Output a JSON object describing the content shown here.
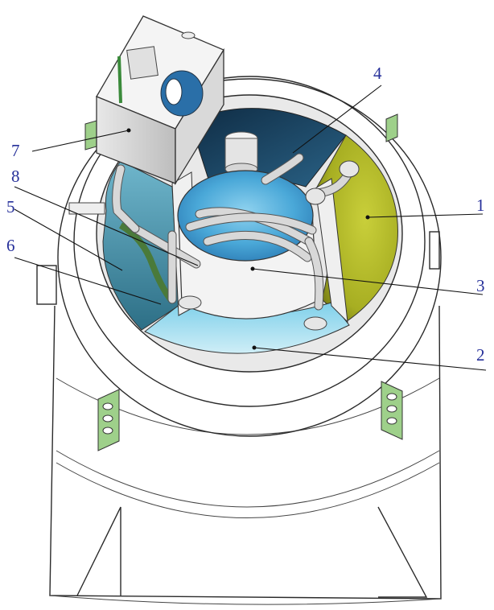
{
  "diagram": {
    "callouts": [
      {
        "id": "1",
        "text": "1"
      },
      {
        "id": "2",
        "text": "2"
      },
      {
        "id": "3",
        "text": "3"
      },
      {
        "id": "4",
        "text": "4"
      },
      {
        "id": "5",
        "text": "5"
      },
      {
        "id": "6",
        "text": "6"
      },
      {
        "id": "7",
        "text": "7"
      },
      {
        "id": "8",
        "text": "8"
      }
    ],
    "colors": {
      "label_ink": "#26309a",
      "compartment_yellow": "#b4bc2a",
      "water_blue": "#5cb8dc",
      "dark_chamber": "#1f4a66",
      "green_bracket": "#9ed08a",
      "green_hose": "#4a7a3a"
    }
  }
}
